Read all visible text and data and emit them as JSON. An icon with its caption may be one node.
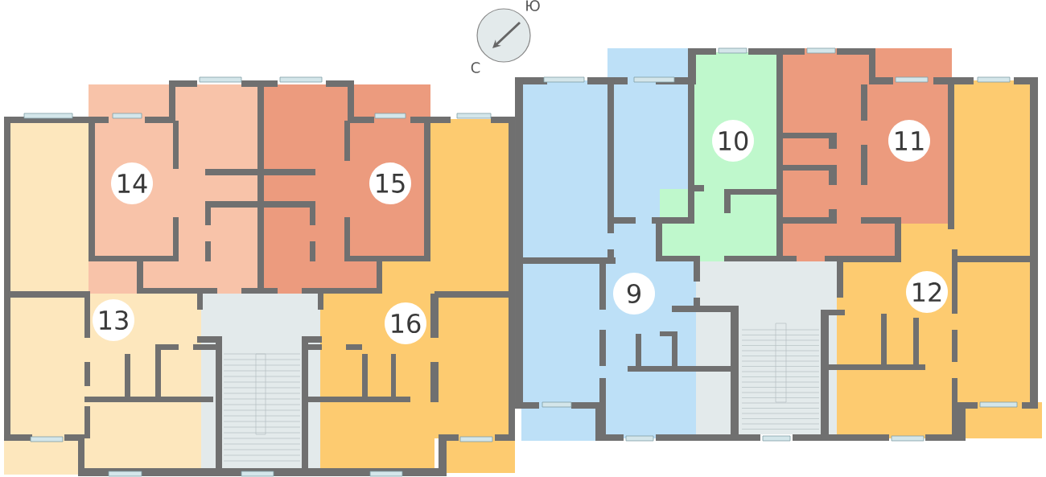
{
  "diagram": {
    "nodes": [
      {
        "text": [
          "10"
        ]
      },
      {
        "text": [
          "11"
        ]
      },
      {
        "text": [
          "14"
        ]
      },
      {
        "text": [
          "15"
        ]
      },
      {
        "text": [
          "9"
        ]
      },
      {
        "text": [
          "12"
        ]
      },
      {
        "text": [
          "13"
        ]
      },
      {
        "text": [
          "16"
        ]
      }
    ],
    "edges": [],
    "labels": [
      "Ю",
      "С"
    ]
  }
}
